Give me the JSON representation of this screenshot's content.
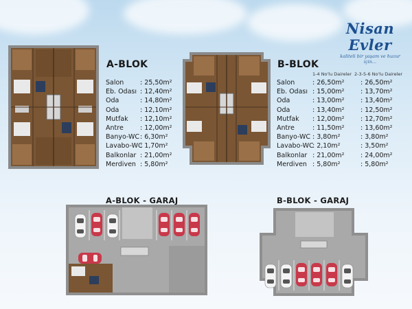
{
  "logo": {
    "title": "Nisan Evler",
    "tagline": "kaliteli bir yaşam ve huzur için..."
  },
  "a_blok": {
    "title": "A-BLOK",
    "rooms": [
      {
        "name": "Salon",
        "value": ": 25,50m²"
      },
      {
        "name": "Eb. Odası",
        "value": ": 12,40m²"
      },
      {
        "name": "Oda",
        "value": ": 14,80m²"
      },
      {
        "name": "Oda",
        "value": ": 12,10m²"
      },
      {
        "name": "Mutfak",
        "value": ": 12,10m²"
      },
      {
        "name": "Antre",
        "value": ": 12,00m²"
      },
      {
        "name": "Banyo-WC",
        "value": ": 6,30m²"
      },
      {
        "name": "Lavabo-WC",
        "value": ": 1,70m²"
      },
      {
        "name": "Balkonlar",
        "value": ": 21,00m²"
      },
      {
        "name": "Merdiven",
        "value": ": 5,80m²"
      }
    ]
  },
  "b_blok": {
    "title": "B-BLOK",
    "col1_header": "1-4 No'lu Daireler",
    "col2_header": "2-3-5-6 No'lu Daireler",
    "rooms": [
      {
        "name": "Salon",
        "v1": ": 26,50m²",
        "v2": ": 26,50m²"
      },
      {
        "name": "Eb. Odası",
        "v1": ": 15,00m²",
        "v2": ": 13,70m²"
      },
      {
        "name": "Oda",
        "v1": ": 13,00m²",
        "v2": ": 13,40m²"
      },
      {
        "name": "Oda",
        "v1": ": 13,40m²",
        "v2": ": 12,50m²"
      },
      {
        "name": "Mutfak",
        "v1": ": 12,00m²",
        "v2": ": 12,70m²"
      },
      {
        "name": "Antre",
        "v1": ": 11,50m²",
        "v2": ": 13,60m²"
      },
      {
        "name": "Banyo-WC",
        "v1": ": 3,80m²",
        "v2": ": 3,80m²"
      },
      {
        "name": "Lavabo-WC",
        "v1": ": 2,10m²",
        "v2": ": 3,50m²"
      },
      {
        "name": "Balkonlar",
        "v1": ": 21,00m²",
        "v2": ": 24,00m²"
      },
      {
        "name": "Merdiven",
        "v1": ": 5,80m²",
        "v2": ": 5,80m²"
      }
    ]
  },
  "garage_a": {
    "title": "A-BLOK - GARAJ"
  },
  "garage_b": {
    "title": "B-BLOK - GARAJ"
  },
  "colors": {
    "brand": "#1c4f8f",
    "floor": "#7a5634",
    "car_red": "#c8394a",
    "car_white": "#f4f4f4",
    "garage_floor": "#a9a9a9"
  }
}
